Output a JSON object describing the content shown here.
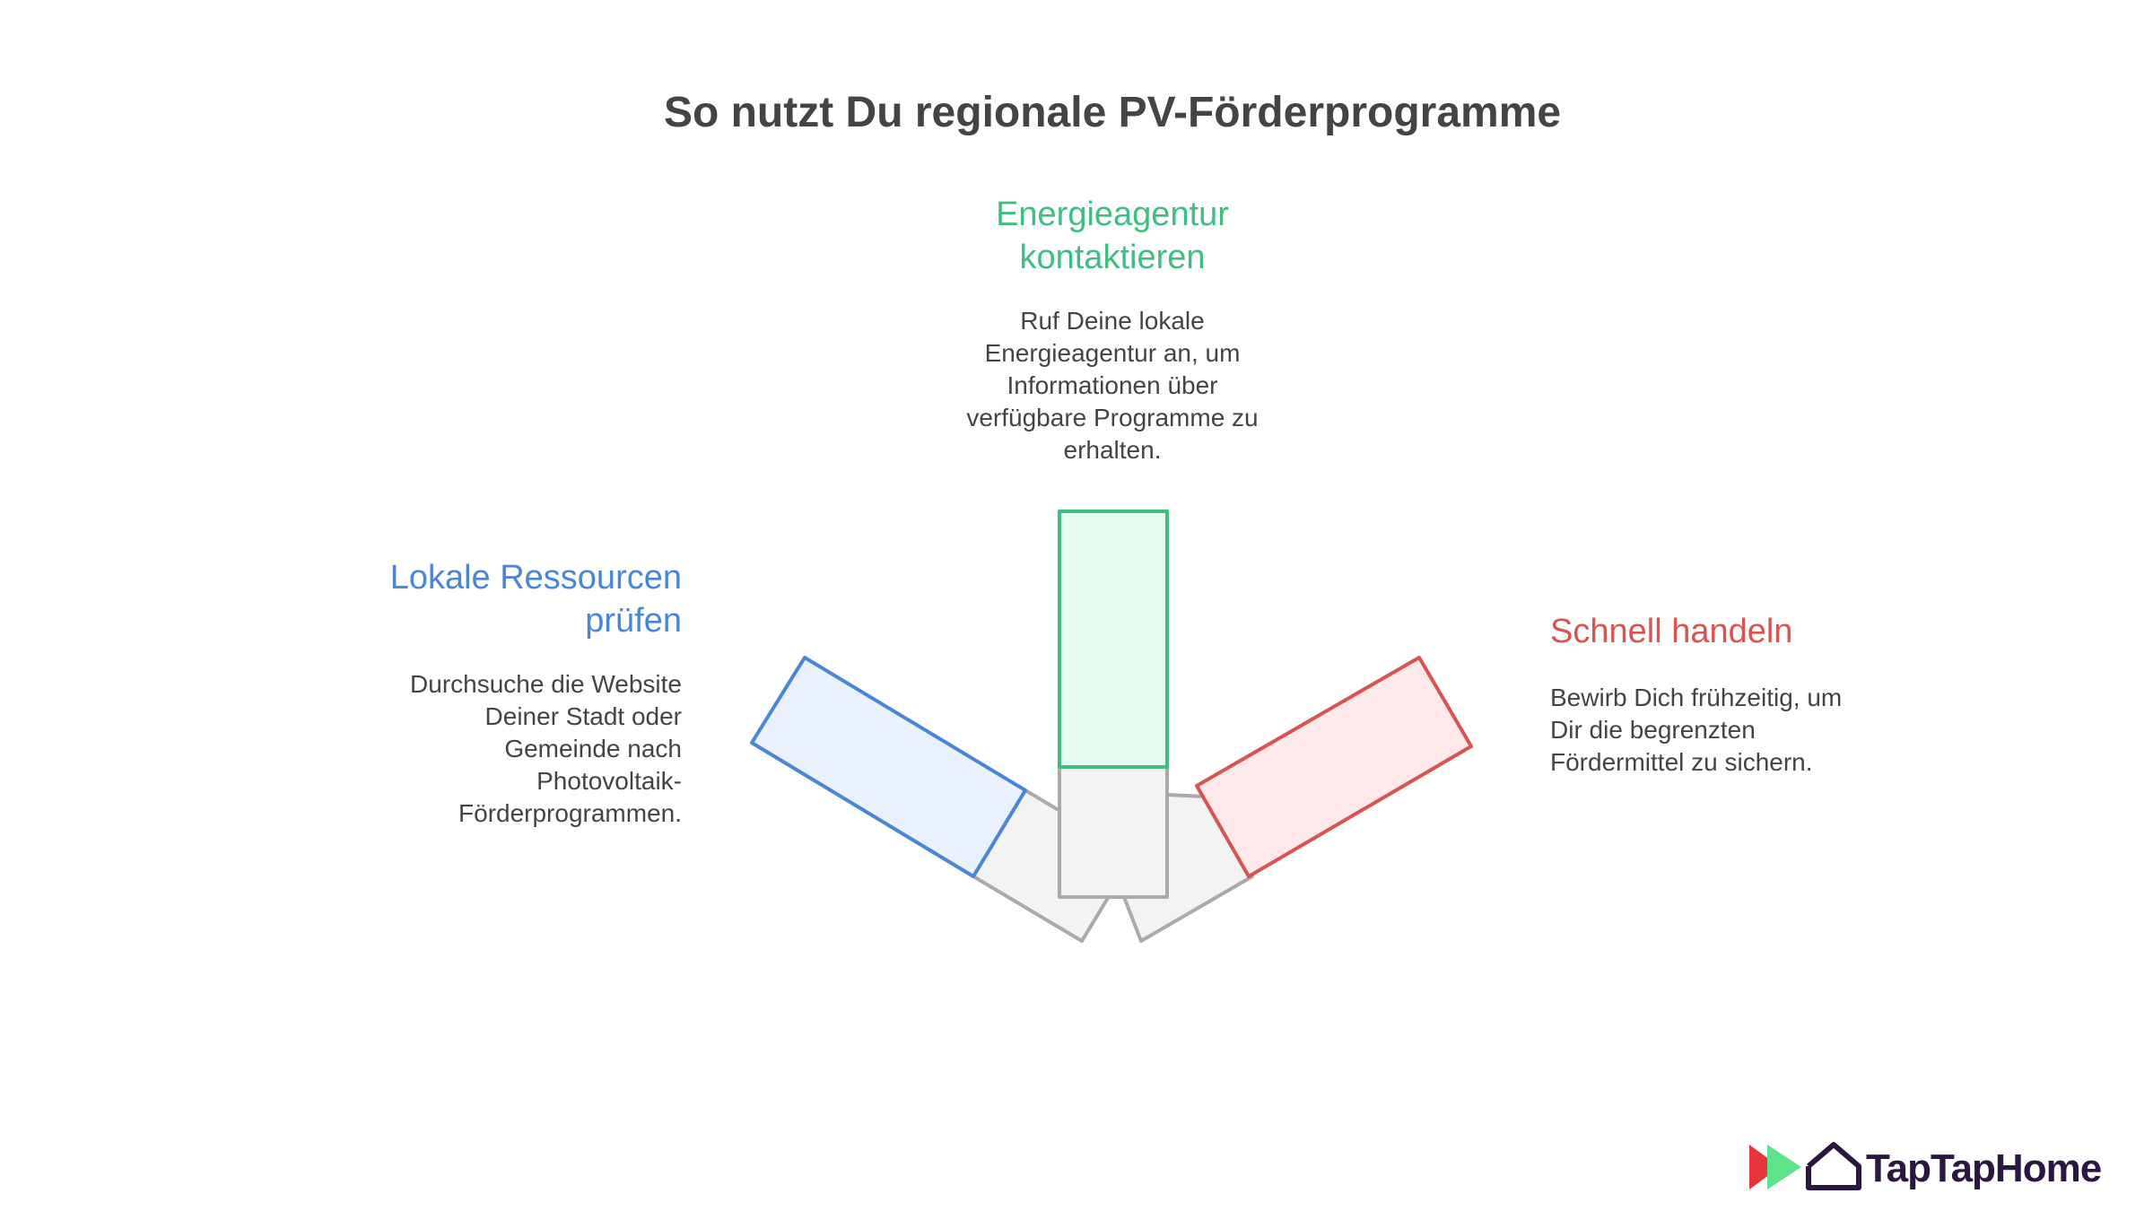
{
  "title": "So nutzt Du regionale PV-Förderprogramme",
  "items": {
    "center": {
      "heading_lines": [
        "Energieagentur",
        "kontaktieren"
      ],
      "description_lines": [
        "Ruf Deine lokale",
        "Energieagentur an, um",
        "Informationen über",
        "verfügbare Programme zu",
        "erhalten."
      ],
      "color": "#3fbf7f",
      "fill": "#e6fbef"
    },
    "left": {
      "heading_lines": [
        "Lokale Ressourcen",
        "prüfen"
      ],
      "description_lines": [
        "Durchsuche die Website",
        "Deiner Stadt oder",
        "Gemeinde nach",
        "Photovoltaik-",
        "Förderprogrammen."
      ],
      "color": "#4a86d8",
      "fill": "#eaf1fc"
    },
    "right": {
      "heading_lines": [
        "Schnell handeln"
      ],
      "description_lines": [
        "Bewirb Dich frühzeitig, um",
        "Dir die begrenzten",
        "Fördermittel zu sichern."
      ],
      "color": "#d9534f",
      "fill": "#fde9e9"
    }
  },
  "base_color": "#aaaaaa",
  "base_fill": "#f3f3f3",
  "logo": {
    "text": "TapTapHome",
    "icons": [
      "play-red-icon",
      "play-green-icon",
      "house-icon"
    ]
  }
}
